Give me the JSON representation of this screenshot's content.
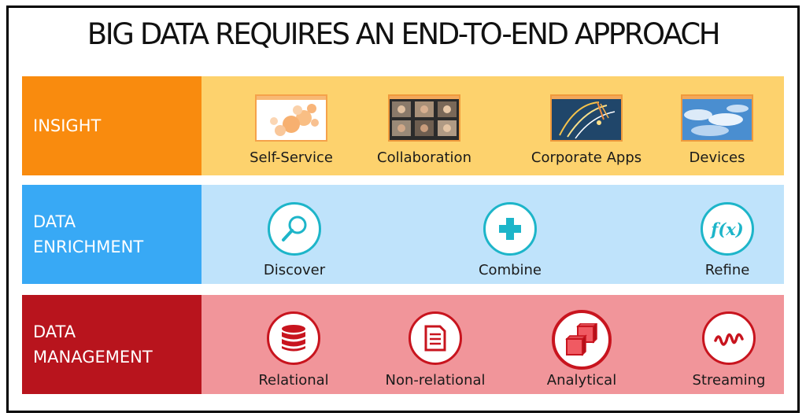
{
  "title": "BIG DATA REQUIRES AN END-TO-END APPROACH",
  "layers": {
    "insight": {
      "label_lines": [
        "INSIGHT"
      ],
      "label_color": "#f98b0e",
      "band_color": "#fdd26d",
      "items": [
        {
          "label": "Self-Service",
          "icon": "bubbles-thumbnail"
        },
        {
          "label": "Collaboration",
          "icon": "video-call-thumbnail"
        },
        {
          "label": "Corporate Apps",
          "icon": "fireworks-thumbnail"
        },
        {
          "label": "Devices",
          "icon": "sky-thumbnail"
        }
      ]
    },
    "enrichment": {
      "label_lines": [
        "DATA",
        "ENRICHMENT"
      ],
      "label_color": "#38a9f5",
      "band_color": "#bfe3fb",
      "icon_color": "#1db5c9",
      "items": [
        {
          "label": "Discover",
          "icon": "magnifier-icon"
        },
        {
          "label": "Combine",
          "icon": "plus-icon"
        },
        {
          "label": "Refine",
          "icon": "function-icon",
          "icon_text": "f(x)"
        }
      ]
    },
    "management": {
      "label_lines": [
        "DATA",
        "MANAGEMENT"
      ],
      "label_color": "#b8141d",
      "band_color": "#f1959a",
      "icon_color": "#c8141e",
      "items": [
        {
          "label": "Relational",
          "icon": "database-icon"
        },
        {
          "label": "Non-relational",
          "icon": "document-icon"
        },
        {
          "label": "Analytical",
          "icon": "cubes-icon"
        },
        {
          "label": "Streaming",
          "icon": "wave-icon"
        }
      ]
    }
  }
}
